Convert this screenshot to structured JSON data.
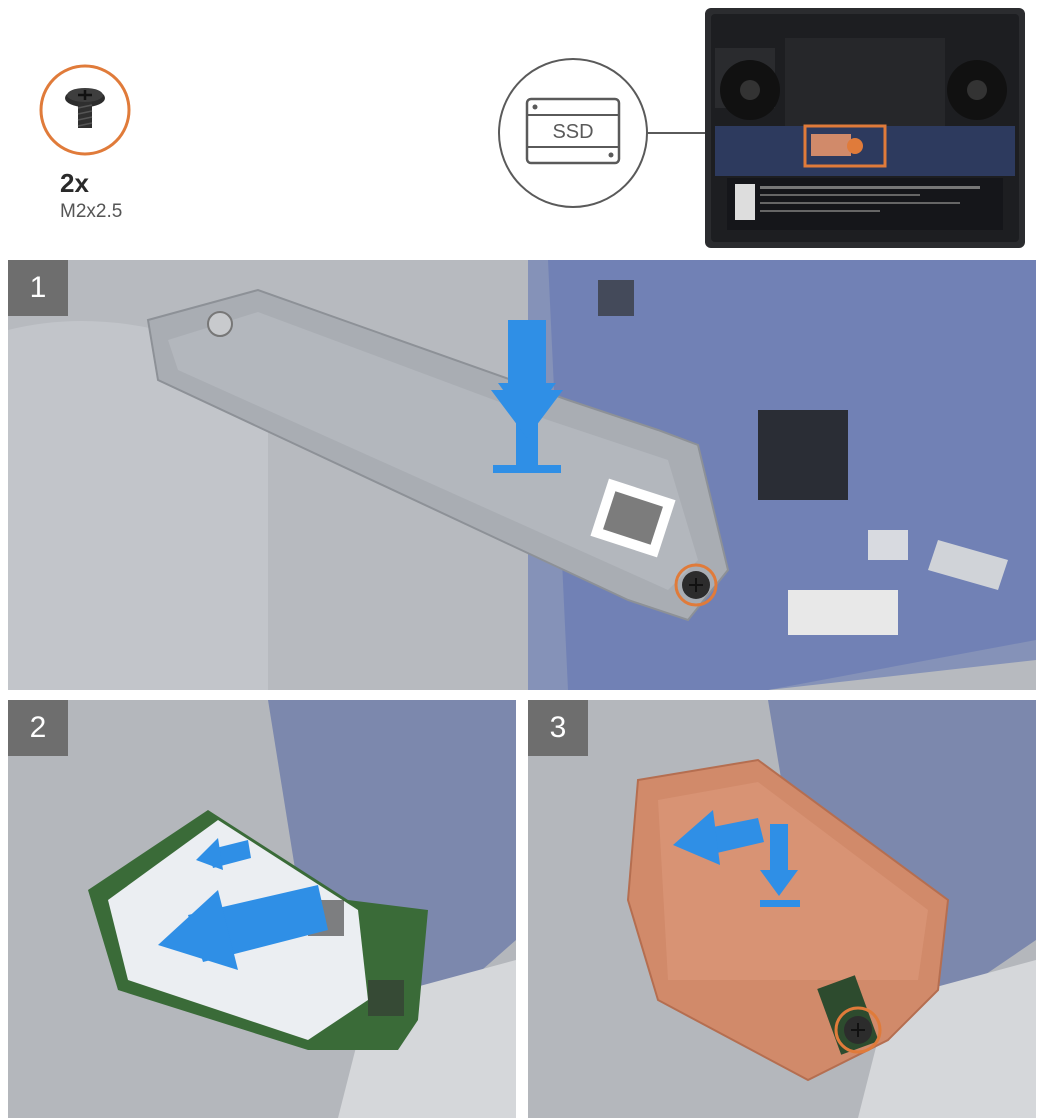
{
  "screw": {
    "quantity": "2x",
    "spec": "M2x2.5",
    "ring_color": "#e07b3a"
  },
  "callout": {
    "component_label": "SSD",
    "highlight_color": "#e07b3a"
  },
  "steps": [
    {
      "number": "1"
    },
    {
      "number": "2"
    },
    {
      "number": "3"
    }
  ],
  "colors": {
    "arrow": "#2f8fe6",
    "badge": "#6e6e6e",
    "copper": "#d18a6a",
    "board": "#5a6fb0",
    "bracket": "#a9adb3"
  }
}
